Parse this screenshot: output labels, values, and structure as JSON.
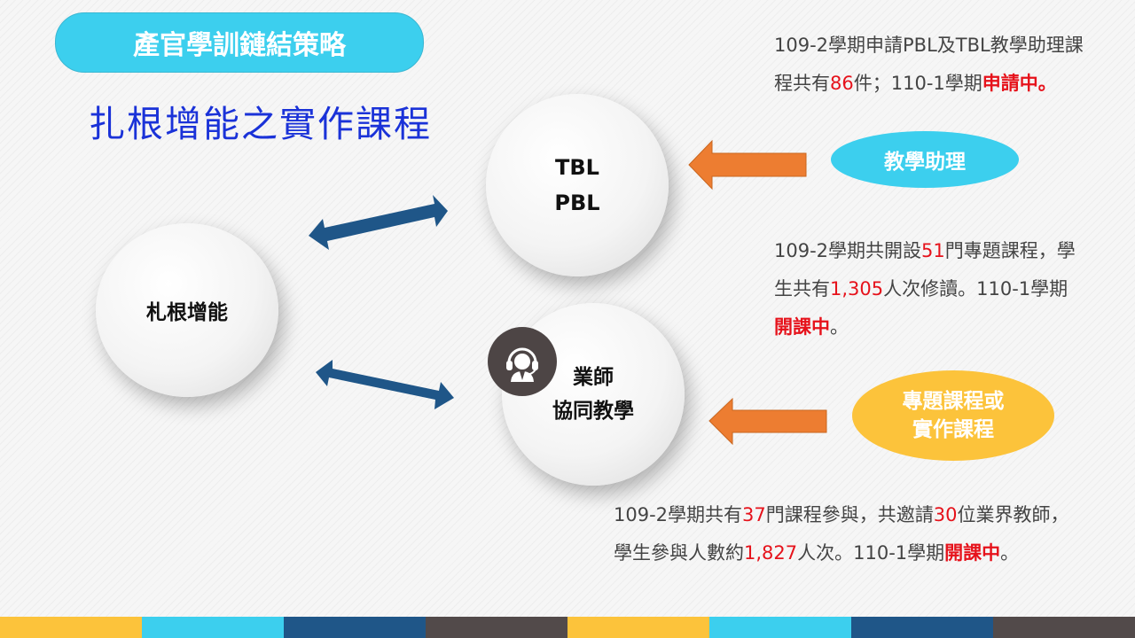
{
  "header": {
    "title": "產官學訓鏈結策略",
    "subtitle": "扎根增能之實作課程"
  },
  "circles": {
    "root": "札根增能",
    "tbl_line1": "TBL",
    "tbl_line2": "PBL",
    "teacher_line1": "業師",
    "teacher_line2": "協同教學"
  },
  "ellipses": {
    "assistant": "教學助理",
    "project_line1": "專題課程或",
    "project_line2": "實作課程"
  },
  "texts": {
    "t1": {
      "a": "109-2學期申請PBL及TBL教學助理課",
      "b": "程共有",
      "n1": "86",
      "c": "件；110-1學期",
      "hl": "申請中",
      "d": "。"
    },
    "t2": {
      "a": "109-2學期共開設",
      "n1": "51",
      "b": "門專題課程，學",
      "c": "生共有",
      "n2": "1,305",
      "d": "人次修讀。110-1學期",
      "hl": "開課中",
      "e": "。"
    },
    "t3": {
      "a": "109-2學期共有",
      "n1": "37",
      "b": "門課程參與，共邀請",
      "n2": "30",
      "c": "位業界教師，",
      "d": "學生參與人數約",
      "n3": "1,827",
      "e": "人次。110-1學期",
      "hl": "開課中",
      "f": "。"
    }
  },
  "icons": {
    "avatar": "customer-support-headset-icon"
  },
  "colors": {
    "accent_cyan": "#3ccfee",
    "accent_yellow": "#fcc33b",
    "arrow_orange": "#ed7d31",
    "arrow_blue": "#1f5688",
    "highlight_red": "#e6121b",
    "footer": [
      "#fcc33b",
      "#3ccfee",
      "#1f5688",
      "#524a4a",
      "#fcc33b",
      "#3ccfee",
      "#1f5688",
      "#524a4a"
    ]
  }
}
